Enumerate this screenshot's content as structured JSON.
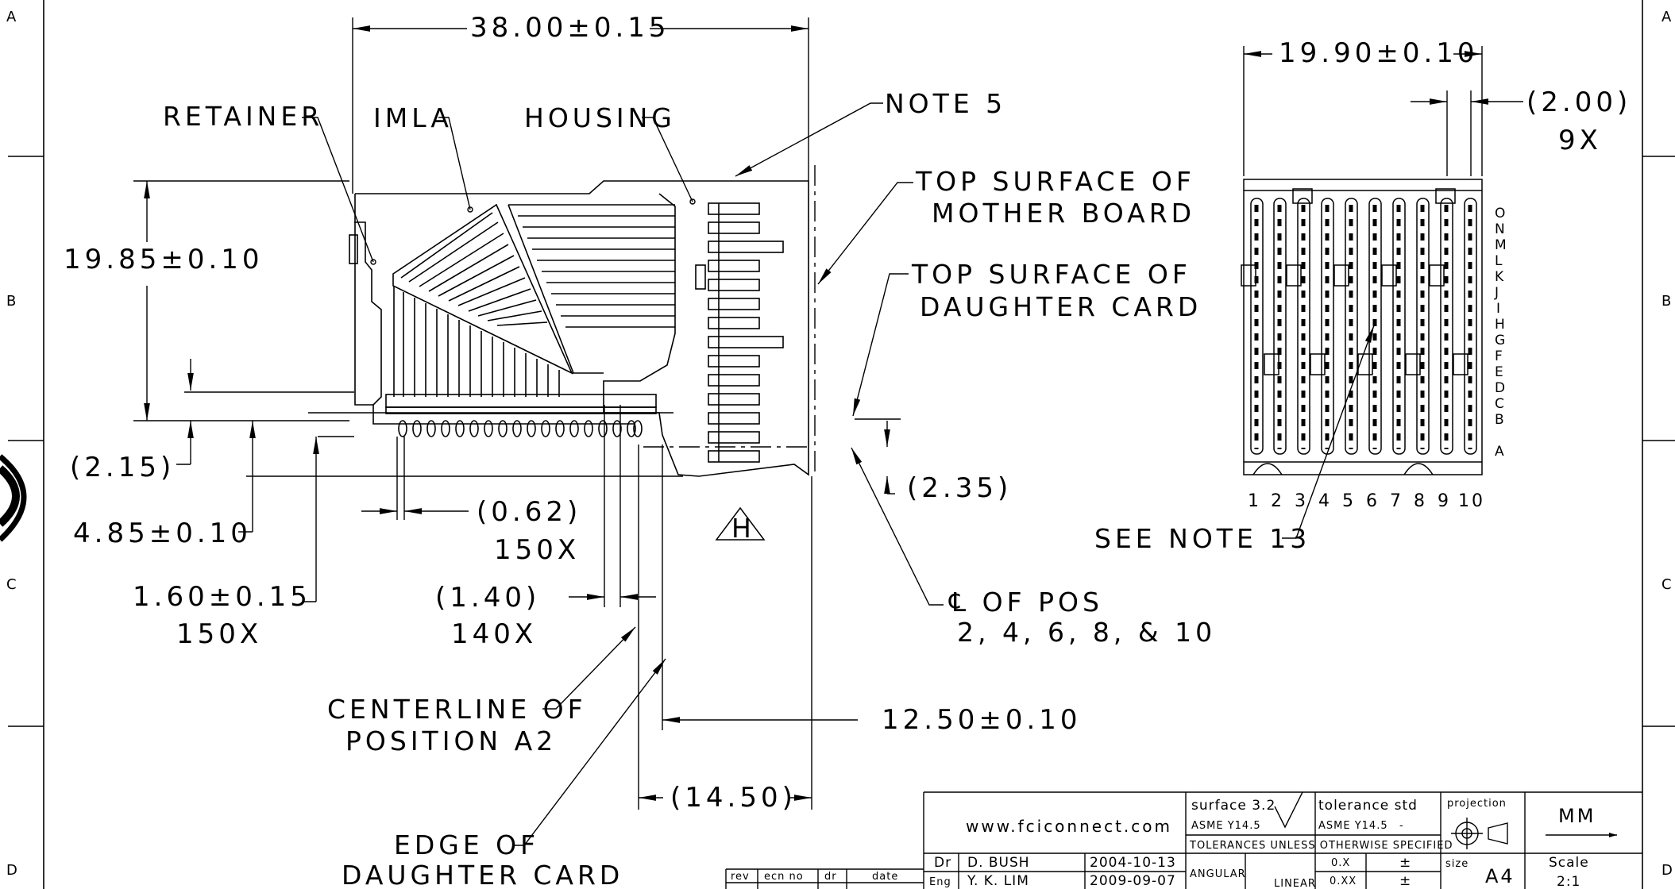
{
  "zones": {
    "left": [
      "A",
      "B",
      "C",
      "D"
    ],
    "right": [
      "A",
      "B",
      "C",
      "D"
    ]
  },
  "dimensions": {
    "overall_length": "38.00±0.15",
    "height": "19.85±0.10",
    "dim_2_15": "(2.15)",
    "dim_4_85": "4.85±0.10",
    "dim_1_60": "1.60±0.15",
    "dim_1_60_count": "150X",
    "dim_0_62": "(0.62)",
    "dim_0_62_count": "150X",
    "dim_1_40": "(1.40)",
    "dim_1_40_count": "140X",
    "dim_2_35": "(2.35)",
    "dim_12_50": "12.50±0.10",
    "dim_14_50": "(14.50)",
    "end_width": "19.90±0.10",
    "pitch": "(2.00)",
    "pitch_count": "9X"
  },
  "callouts": {
    "retainer": "RETAINER",
    "imla": "IMLA",
    "housing": "HOUSING",
    "note5": "NOTE 5",
    "mother_board_1": "TOP SURFACE OF",
    "mother_board_2": "MOTHER BOARD",
    "daughter_card_1": "TOP SURFACE OF",
    "daughter_card_2": "DAUGHTER CARD",
    "see_note_13": "SEE NOTE 13",
    "cl_pos_1": "℄ OF POS",
    "cl_pos_2": "2, 4, 6, 8, & 10",
    "centerline_a2_1": "CENTERLINE OF",
    "centerline_a2_2": "POSITION A2",
    "edge_1": "EDGE OF",
    "edge_2": "DAUGHTER CARD",
    "marker": "H"
  },
  "end_view": {
    "row_letters": [
      "O",
      "N",
      "M",
      "L",
      "K",
      "J",
      "I",
      "H",
      "G",
      "F",
      "E",
      "D",
      "C",
      "B",
      "A"
    ],
    "column_numbers": [
      "1",
      "2",
      "3",
      "4",
      "5",
      "6",
      "7",
      "8",
      "9",
      "10"
    ]
  },
  "title_block": {
    "website": "www.fciconnect.com",
    "surface_label": "surface 3.2",
    "surface_std": "ASME Y14.5",
    "tolerance_label": "tolerance std",
    "tolerance_std": "ASME Y14.5",
    "tolerance_dash": "-",
    "tolerances_note": "TOLERANCES UNLESS OTHERWISE SPECIFIED",
    "projection_label": "projection",
    "units": "MM",
    "dr_label": "Dr",
    "dr_name": "D. BUSH",
    "dr_date": "2004-10-13",
    "eng_label": "Eng",
    "eng_name": "Y. K. LIM",
    "eng_date": "2009-09-07",
    "angular": "ANGULAR",
    "linear": "LINEAR",
    "tol_0x": "0.X",
    "tol_0xx": "0.XX",
    "pm": "±",
    "size_label": "size",
    "size": "A4",
    "scale_label": "Scale",
    "scale": "2:1",
    "rev_headers": [
      "rev",
      "ecn no",
      "dr",
      "date"
    ]
  }
}
